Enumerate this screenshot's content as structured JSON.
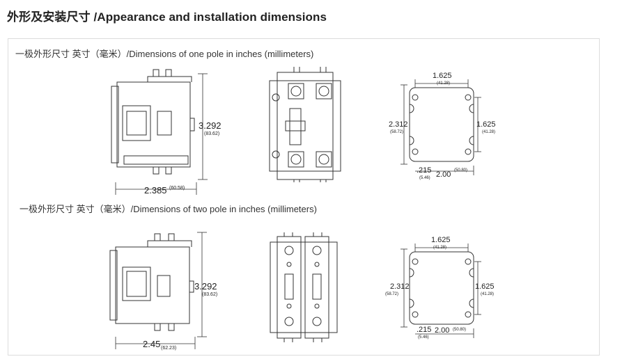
{
  "page": {
    "title": "外形及安装尺寸 /Appearance and installation dimensions"
  },
  "sections": [
    {
      "label": "一极外形尺寸  英寸（毫米）/Dimensions of one pole in inches (millimeters)",
      "height": "3.292",
      "height_mm": "(83.62)",
      "width": "2.385",
      "width_mm": "(60.58)",
      "mount": {
        "top": "1.625",
        "top_mm": "(41.28)",
        "left": "2.312",
        "left_mm": "(58.72)",
        "right": "1.625",
        "right_mm": "(41.28)",
        "hole": ".215",
        "hole_mm": "(5.46)",
        "bottom": "2.00",
        "bottom_mm": "(50.80)"
      }
    },
    {
      "label": "一极外形尺寸  英寸（毫米）/Dimensions of two pole in inches (millimeters)",
      "height": "3.292",
      "height_mm": "(83.62)",
      "width": "2.45",
      "width_mm": "(62.23)",
      "mount": {
        "top": "1.625",
        "top_mm": "(41.28)",
        "left": "2.312",
        "left_mm": "(58.72)",
        "right": "1.625",
        "right_mm": "(41.28)",
        "hole": ".215",
        "hole_mm": "(5.46)",
        "bottom": "2.00",
        "bottom_mm": "(50.80)"
      }
    }
  ]
}
